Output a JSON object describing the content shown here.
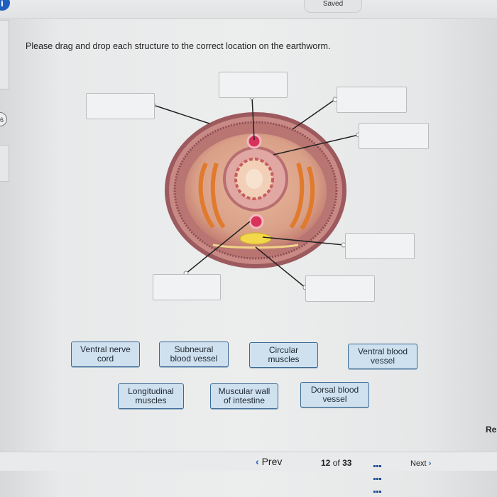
{
  "header": {
    "saved_label": "Saved",
    "info_icon": "i"
  },
  "question": {
    "number": "6",
    "prompt": "Please drag and drop each structure to the correct location on the earthworm."
  },
  "labels": [
    "Ventral nerve\ncord",
    "Subneural\nblood vessel",
    "Circular\nmuscles",
    "Ventral blood\nvessel",
    "Longitudinal\nmuscles",
    "Muscular wall\nof intestine",
    "Dorsal blood\nvessel"
  ],
  "footer": {
    "prev_label": "Prev",
    "page_current": "12",
    "page_sep": "of",
    "page_total": "33",
    "next_label": "Next",
    "right_edge_label": "Re"
  },
  "colors": {
    "label_bg": "#cfe0ee",
    "label_border": "#3a6a95",
    "accent": "#1f5fbf"
  }
}
